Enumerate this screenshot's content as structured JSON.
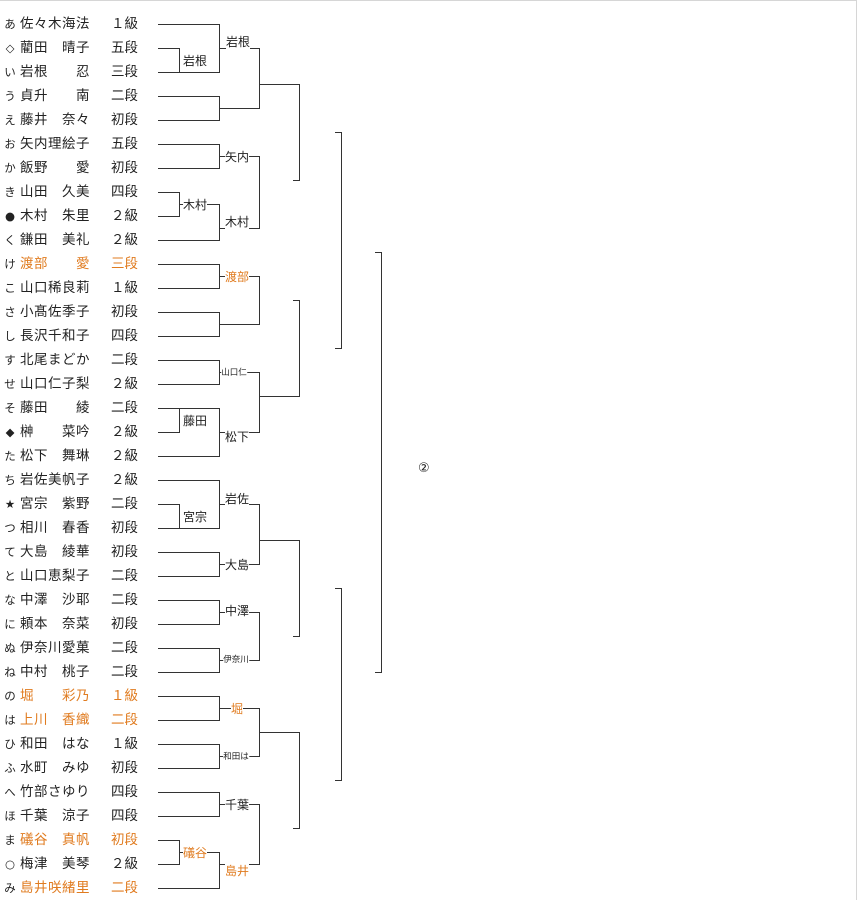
{
  "players": [
    {
      "mark": "あ",
      "name": "佐々木海法",
      "grade": "１級",
      "hl": false
    },
    {
      "mark": "◇",
      "name": "藺田　晴子",
      "grade": "五段",
      "hl": false
    },
    {
      "mark": "い",
      "name": "岩根　　忍",
      "grade": "三段",
      "hl": false
    },
    {
      "mark": "う",
      "name": "貞升　　南",
      "grade": "二段",
      "hl": false
    },
    {
      "mark": "え",
      "name": "藤井　奈々",
      "grade": "初段",
      "hl": false
    },
    {
      "mark": "お",
      "name": "矢内理絵子",
      "grade": "五段",
      "hl": false
    },
    {
      "mark": "か",
      "name": "飯野　　愛",
      "grade": "初段",
      "hl": false
    },
    {
      "mark": "き",
      "name": "山田　久美",
      "grade": "四段",
      "hl": false
    },
    {
      "mark": "●",
      "name": "木村　朱里",
      "grade": "２級",
      "hl": false
    },
    {
      "mark": "く",
      "name": "鎌田　美礼",
      "grade": "２級",
      "hl": false
    },
    {
      "mark": "け",
      "name": "渡部　　愛",
      "grade": "三段",
      "hl": true
    },
    {
      "mark": "こ",
      "name": "山口稀良莉",
      "grade": "１級",
      "hl": false
    },
    {
      "mark": "さ",
      "name": "小髙佐季子",
      "grade": "初段",
      "hl": false
    },
    {
      "mark": "し",
      "name": "長沢千和子",
      "grade": "四段",
      "hl": false
    },
    {
      "mark": "す",
      "name": "北尾まどか",
      "grade": "二段",
      "hl": false
    },
    {
      "mark": "せ",
      "name": "山口仁子梨",
      "grade": "２級",
      "hl": false
    },
    {
      "mark": "そ",
      "name": "藤田　　綾",
      "grade": "二段",
      "hl": false
    },
    {
      "mark": "◆",
      "name": "榊　　菜吟",
      "grade": "２級",
      "hl": false
    },
    {
      "mark": "た",
      "name": "松下　舞琳",
      "grade": "２級",
      "hl": false
    },
    {
      "mark": "ち",
      "name": "岩佐美帆子",
      "grade": "２級",
      "hl": false
    },
    {
      "mark": "★",
      "name": "宮宗　紫野",
      "grade": "二段",
      "hl": false
    },
    {
      "mark": "つ",
      "name": "相川　春香",
      "grade": "初段",
      "hl": false
    },
    {
      "mark": "て",
      "name": "大島　綾華",
      "grade": "初段",
      "hl": false
    },
    {
      "mark": "と",
      "name": "山口恵梨子",
      "grade": "二段",
      "hl": false
    },
    {
      "mark": "な",
      "name": "中澤　沙耶",
      "grade": "二段",
      "hl": false
    },
    {
      "mark": "に",
      "name": "頼本　奈菜",
      "grade": "初段",
      "hl": false
    },
    {
      "mark": "ぬ",
      "name": "伊奈川愛菓",
      "grade": "二段",
      "hl": false
    },
    {
      "mark": "ね",
      "name": "中村　桃子",
      "grade": "二段",
      "hl": false
    },
    {
      "mark": "の",
      "name": "堀　　彩乃",
      "grade": "１級",
      "hl": true
    },
    {
      "mark": "は",
      "name": "上川　香織",
      "grade": "二段",
      "hl": true
    },
    {
      "mark": "ひ",
      "name": "和田　はな",
      "grade": "１級",
      "hl": false
    },
    {
      "mark": "ふ",
      "name": "水町　みゆ",
      "grade": "初段",
      "hl": false
    },
    {
      "mark": "へ",
      "name": "竹部さゆり",
      "grade": "四段",
      "hl": false
    },
    {
      "mark": "ほ",
      "name": "千葉　涼子",
      "grade": "四段",
      "hl": false
    },
    {
      "mark": "ま",
      "name": "礒谷　真帆",
      "grade": "初段",
      "hl": true
    },
    {
      "mark": "○",
      "name": "梅津　美琴",
      "grade": "２級",
      "hl": false
    },
    {
      "mark": "み",
      "name": "島井咲緒里",
      "grade": "二段",
      "hl": true
    }
  ],
  "labels": {
    "l1": "岩根",
    "l2": "岩根",
    "l3": "矢内",
    "l4": "木村",
    "l5": "木村",
    "l6": "渡部",
    "l7": "山口仁",
    "l8": "藤田",
    "l9": "松下",
    "l10": "岩佐",
    "l11": "宮宗",
    "l12": "大島",
    "l13": "中澤",
    "l14": "伊奈川",
    "l15": "堀",
    "l16": "和田は",
    "l17": "千葉",
    "l18": "礒谷",
    "l19": "島井"
  },
  "round_marker": "②",
  "colors": {
    "highlight": "#e07b1f",
    "line": "#333333"
  }
}
